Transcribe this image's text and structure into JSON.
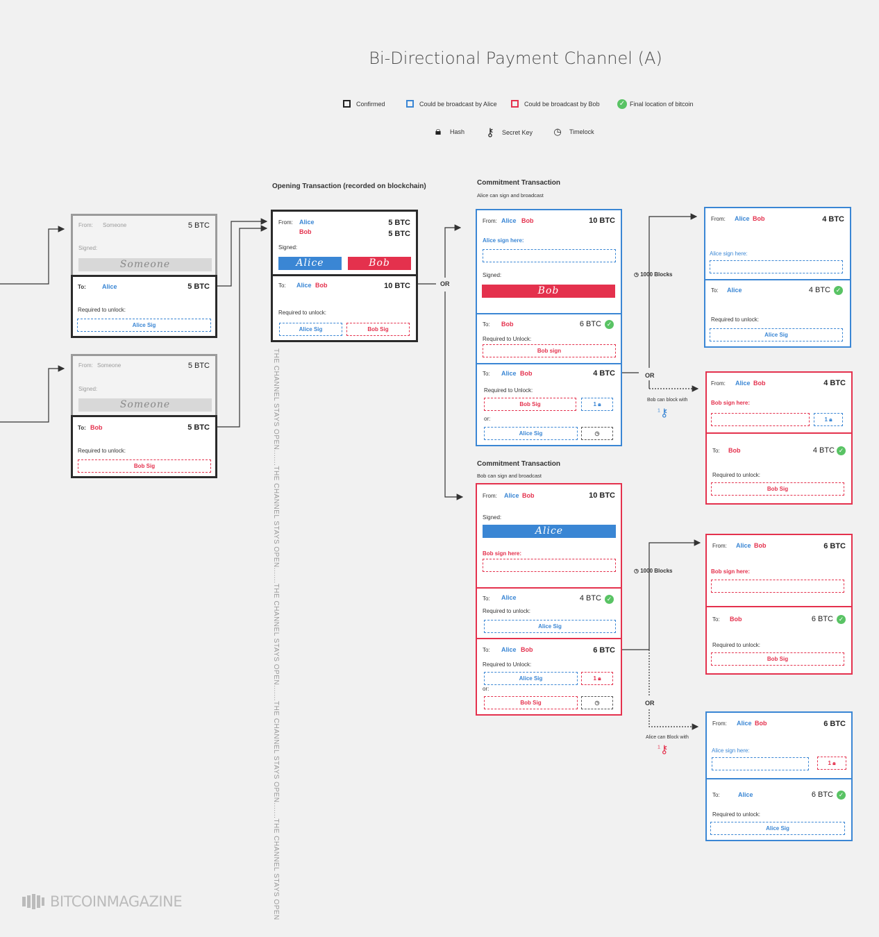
{
  "title": "Bi-Directional Payment Channel (A)",
  "legend": {
    "confirmed": "Confirmed",
    "alice_broadcast": "Could be broadcast by Alice",
    "bob_broadcast": "Could be broadcast by Bob",
    "final": "Final location of bitcoin",
    "hash": "Hash",
    "secret_key": "Secret Key",
    "timelock": "Timelock"
  },
  "colors": {
    "alice": "#3a86d4",
    "bob": "#e4314d",
    "final": "#59c364",
    "confirmed": "#2a2a2a"
  },
  "funding": [
    {
      "from_label": "From:",
      "from": "Someone",
      "amount": "5 BTC",
      "signed_label": "Signed:",
      "signature": "Someone",
      "to_label": "To:",
      "to": "Alice",
      "to_amount": "5 BTC",
      "req_label": "Required to unlock:",
      "req": "Alice Sig"
    },
    {
      "from_label": "From:",
      "from": "Someone",
      "amount": "5 BTC",
      "signed_label": "Signed:",
      "signature": "Someone",
      "to_label": "To:",
      "to": "Bob",
      "to_amount": "5 BTC",
      "req_label": "Required to unlock:",
      "req": "Bob Sig"
    }
  ],
  "opening": {
    "section": "Opening Transaction (recorded on blockchain)",
    "from_label": "From:",
    "from_a": "Alice",
    "from_b": "Bob",
    "amt_a": "5 BTC",
    "amt_b": "5 BTC",
    "signed_label": "Signed:",
    "sig_a": "Alice",
    "sig_b": "Bob",
    "to_label": "To:",
    "to_a": "Alice",
    "to_b": "Bob",
    "to_amount": "10 BTC",
    "req_label": "Required to unlock:",
    "req_a": "Alice Sig",
    "req_b": "Bob Sig"
  },
  "or": "OR",
  "channel_text": "THE CHANNEL STAYS OPEN.......THE CHANNEL STAYS OPEN.......THE CHANNEL STAYS OPEN.......THE CHANNEL STAYS OPEN.......THE CHANNEL STAYS OPEN",
  "commit_alice": {
    "section": "Commitment Transaction",
    "sub": "Alice can sign and broadcast",
    "from_label": "From:",
    "from_a": "Alice",
    "from_b": "Bob",
    "amount": "10 BTC",
    "sign_here": "Alice sign here:",
    "signed_label": "Signed:",
    "sig": "Bob",
    "out1_to_label": "To:",
    "out1_to": "Bob",
    "out1_amount": "6 BTC",
    "out1_req_label": "Required to Unlock:",
    "out1_req": "Bob sign",
    "out2_to_label": "To:",
    "out2_to_a": "Alice",
    "out2_to_b": "Bob",
    "out2_amount": "4 BTC",
    "out2_req_label": "Required to Unlock:",
    "out2_req1": "Bob Sig",
    "out2_hash_num": "1",
    "or_label": "or:",
    "out2_req2": "Alice Sig"
  },
  "commit_bob": {
    "section": "Commitment Transaction",
    "sub": "Bob can sign and broadcast",
    "from_label": "From:",
    "from_a": "Alice",
    "from_b": "Bob",
    "amount": "10 BTC",
    "signed_label": "Signed:",
    "sig": "Alice",
    "sign_here": "Bob sign here:",
    "out1_to_label": "To:",
    "out1_to": "Alice",
    "out1_amount": "4 BTC",
    "out1_req_label": "Required to unlock:",
    "out1_req": "Alice Sig",
    "out2_to_label": "To:",
    "out2_to_a": "Alice",
    "out2_to_b": "Bob",
    "out2_amount": "6 BTC",
    "out2_req_label": "Required to Unlock:",
    "out2_req1": "Alice Sig",
    "out2_hash_num": "1",
    "or_label": "or:",
    "out2_req2": "Bob Sig"
  },
  "blocks_label": "1000 Blocks",
  "bob_block": "Bob can block with",
  "alice_block": "Alice can Block with",
  "key_num": "1",
  "settle": [
    {
      "from_label": "From:",
      "from_a": "Alice",
      "from_b": "Bob",
      "amount": "4 BTC",
      "sign_here": "Alice sign here:",
      "to_label": "To:",
      "to": "Alice",
      "to_amount": "4 BTC",
      "req_label": "Required to unlock:",
      "req": "Alice Sig"
    },
    {
      "from_label": "From:",
      "from_a": "Alice",
      "from_b": "Bob",
      "amount": "4 BTC",
      "sign_here": "Bob sign here:",
      "hash_num": "1",
      "to_label": "To:",
      "to": "Bob",
      "to_amount": "4 BTC",
      "req_label": "Required to unlock:",
      "req": "Bob Sig"
    },
    {
      "from_label": "From:",
      "from_a": "Alice",
      "from_b": "Bob",
      "amount": "6 BTC",
      "sign_here": "Bob sign here:",
      "to_label": "To:",
      "to": "Bob",
      "to_amount": "6 BTC",
      "req_label": "Required to unlock:",
      "req": "Bob Sig"
    },
    {
      "from_label": "From:",
      "from_a": "Alice",
      "from_b": "Bob",
      "amount": "6 BTC",
      "sign_here": "Alice sign here:",
      "hash_num": "1",
      "to_label": "To:",
      "to": "Alice",
      "to_amount": "6 BTC",
      "req_label": "Required to unlock:",
      "req": "Alice Sig"
    }
  ],
  "logo": "BITCOINMAGAZINE"
}
